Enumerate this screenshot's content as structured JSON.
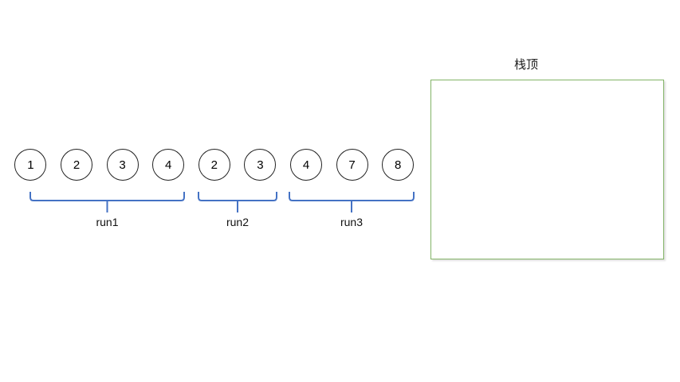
{
  "sequence": {
    "values": [
      "1",
      "2",
      "3",
      "4",
      "2",
      "3",
      "4",
      "7",
      "8"
    ]
  },
  "runs": [
    {
      "label": "run1",
      "start": 0,
      "end": 3
    },
    {
      "label": "run2",
      "start": 4,
      "end": 5
    },
    {
      "label": "run3",
      "start": 6,
      "end": 8
    }
  ],
  "stack": {
    "label": "栈顶"
  },
  "colors": {
    "bracket": "#4472C4",
    "circle_border": "#212121",
    "stack_border": "#82B366"
  }
}
